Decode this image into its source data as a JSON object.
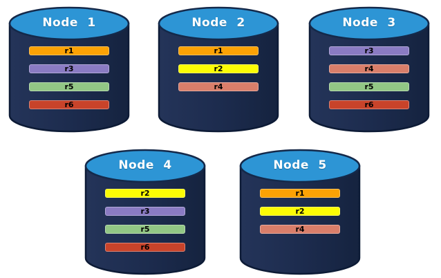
{
  "diagram": {
    "type": "database-replica-distribution",
    "node_count": 5,
    "replica_ids": [
      "r1",
      "r2",
      "r3",
      "r4",
      "r5",
      "r6"
    ]
  },
  "style": {
    "cylinder_body_color": "#1C2B4D",
    "cylinder_body_gradient": [
      "#243459",
      "#1C2B4D",
      "#15233F"
    ],
    "cylinder_outline_color": "#0D1B36",
    "cylinder_top_color": "#2D95D5",
    "title_text_color": "#FFFFFF",
    "bar_text_color": "#000000",
    "background_color": "#FFFFFF"
  },
  "replica_colors": {
    "r1": "#FCA205",
    "r2": "#FCFC05",
    "r3": "#8A7BC3",
    "r4": "#D97E6A",
    "r5": "#92C785",
    "r6": "#C8432A"
  },
  "nodes": [
    {
      "label": "Node 1",
      "replicas": [
        {
          "id": "r1",
          "color": "#FCA205"
        },
        {
          "id": "r3",
          "color": "#8A7BC3"
        },
        {
          "id": "r5",
          "color": "#92C785"
        },
        {
          "id": "r6",
          "color": "#C8432A"
        }
      ]
    },
    {
      "label": "Node 2",
      "replicas": [
        {
          "id": "r1",
          "color": "#FCA205"
        },
        {
          "id": "r2",
          "color": "#FCFC05"
        },
        {
          "id": "r4",
          "color": "#D97E6A"
        }
      ]
    },
    {
      "label": "Node 3",
      "replicas": [
        {
          "id": "r3",
          "color": "#8A7BC3"
        },
        {
          "id": "r4",
          "color": "#D97E6A"
        },
        {
          "id": "r5",
          "color": "#92C785"
        },
        {
          "id": "r6",
          "color": "#C8432A"
        }
      ]
    },
    {
      "label": "Node 4",
      "replicas": [
        {
          "id": "r2",
          "color": "#FCFC05"
        },
        {
          "id": "r3",
          "color": "#8A7BC3"
        },
        {
          "id": "r5",
          "color": "#92C785"
        },
        {
          "id": "r6",
          "color": "#C8432A"
        }
      ]
    },
    {
      "label": "Node 5",
      "replicas": [
        {
          "id": "r1",
          "color": "#FCA205"
        },
        {
          "id": "r2",
          "color": "#FCFC05"
        },
        {
          "id": "r4",
          "color": "#D97E6A"
        }
      ]
    }
  ]
}
